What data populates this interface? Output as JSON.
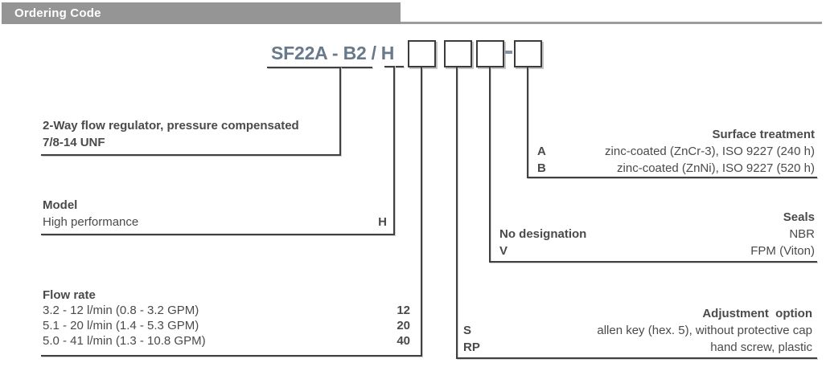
{
  "header": {
    "title": "Ordering Code"
  },
  "code": {
    "prefix": "SF22A - B2",
    "separator": "/",
    "model_char": "H",
    "dash": "-"
  },
  "sections": {
    "valve_type": {
      "lines": [
        "2-Way flow regulator, pressure compensated",
        "7/8-14 UNF"
      ]
    },
    "model": {
      "title": "Model",
      "rows": [
        {
          "label": "High performance",
          "code": "H"
        }
      ]
    },
    "flow_rate": {
      "title": "Flow rate",
      "rows": [
        {
          "label": "3.2 - 12 l/min (0.8 - 3.2 GPM)",
          "code": "12"
        },
        {
          "label": "5.1 - 20 l/min (1.4 - 5.3 GPM)",
          "code": "20"
        },
        {
          "label": "5.0 - 41 l/min (1.3 - 10.8 GPM)",
          "code": "40"
        }
      ]
    },
    "surface_treatment": {
      "title": "Surface treatment",
      "rows": [
        {
          "code": "A",
          "label": "zinc-coated (ZnCr-3), ISO 9227 (240 h)"
        },
        {
          "code": "B",
          "label": "zinc-coated (ZnNi), ISO 9227 (520 h)"
        }
      ]
    },
    "seals": {
      "title": "Seals",
      "rows": [
        {
          "code": "No designation",
          "label": "NBR"
        },
        {
          "code": "V",
          "label": "FPM (Viton)"
        }
      ]
    },
    "adjustment": {
      "title": "Adjustment  option",
      "rows": [
        {
          "code": "S",
          "label": "allen key (hex. 5), without protective cap"
        },
        {
          "code": "RP",
          "label": "hand screw, plastic"
        }
      ]
    }
  },
  "colors": {
    "header_bg": "#959595",
    "header_text": "#ffffff",
    "code_text": "#67798b",
    "body_text": "#4a4a4a",
    "line": "#404040"
  }
}
